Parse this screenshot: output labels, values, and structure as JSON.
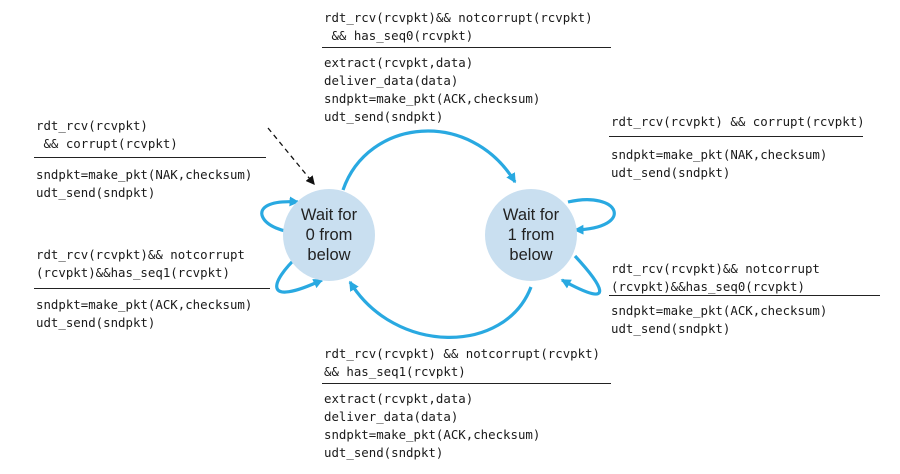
{
  "colors": {
    "arrow": "#29a9e1",
    "state_fill": "#c9dff0",
    "text": "#1a1a1a",
    "rule": "#222222"
  },
  "states": [
    {
      "id": "wait0",
      "label": "Wait for\n0 from\nbelow"
    },
    {
      "id": "wait1",
      "label": "Wait for\n1 from\nbelow"
    }
  ],
  "transitions": {
    "top": {
      "event": "rdt_rcv(rcvpkt)&& notcorrupt(rcvpkt)\n && has_seq0(rcvpkt)",
      "actions": "extract(rcvpkt,data)\ndeliver_data(data)\nsndpkt=make_pkt(ACK,checksum)\nudt_send(sndpkt)"
    },
    "left_upper": {
      "event": "rdt_rcv(rcvpkt)\n && corrupt(rcvpkt)",
      "actions": "sndpkt=make_pkt(NAK,checksum)\nudt_send(sndpkt)"
    },
    "left_lower": {
      "event": "rdt_rcv(rcvpkt)&& notcorrupt\n(rcvpkt)&&has_seq1(rcvpkt)",
      "actions": "sndpkt=make_pkt(ACK,checksum)\nudt_send(sndpkt)"
    },
    "right_upper": {
      "event": "rdt_rcv(rcvpkt) && corrupt(rcvpkt)",
      "actions": "sndpkt=make_pkt(NAK,checksum)\nudt_send(sndpkt)"
    },
    "right_lower": {
      "event": "rdt_rcv(rcvpkt)&& notcorrupt\n(rcvpkt)&&has_seq0(rcvpkt)",
      "actions": "sndpkt=make_pkt(ACK,checksum)\nudt_send(sndpkt)"
    },
    "bottom": {
      "event": "rdt_rcv(rcvpkt) && notcorrupt(rcvpkt)\n&& has_seq1(rcvpkt)",
      "actions": "extract(rcvpkt,data)\ndeliver_data(data)\nsndpkt=make_pkt(ACK,checksum)\nudt_send(sndpkt)"
    }
  }
}
